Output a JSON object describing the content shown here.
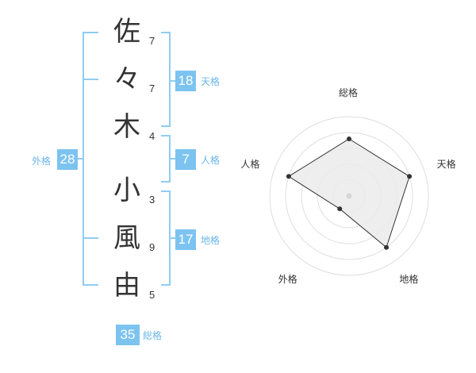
{
  "colors": {
    "bracket": "#8fcdf3",
    "badge": "#7cc3f0",
    "label": "#6ab6ea",
    "chart_fill": "#ebebeb",
    "chart_ring": "#dedede",
    "chart_line": "#333333"
  },
  "name": {
    "surname": [
      {
        "char": "佐",
        "strokes": "7"
      },
      {
        "char": "々",
        "strokes": "7"
      },
      {
        "char": "木",
        "strokes": "4"
      }
    ],
    "given": [
      {
        "char": "小",
        "strokes": "3"
      },
      {
        "char": "風",
        "strokes": "9"
      },
      {
        "char": "由",
        "strokes": "5"
      }
    ]
  },
  "fortunes": {
    "tenkaku": {
      "value": "18",
      "label": "天格"
    },
    "jinkaku": {
      "value": "7",
      "label": "人格"
    },
    "chikaku": {
      "value": "17",
      "label": "地格"
    },
    "gaikaku": {
      "value": "28",
      "label": "外格"
    },
    "soukaku": {
      "value": "35",
      "label": "総格"
    }
  },
  "chart_data": {
    "type": "radar",
    "axes": [
      "総格",
      "天格",
      "地格",
      "外格",
      "人格"
    ],
    "values": [
      3.6,
      4.0,
      4.0,
      1.0,
      4.0
    ],
    "max": 5,
    "rings": 5,
    "grid": true
  }
}
